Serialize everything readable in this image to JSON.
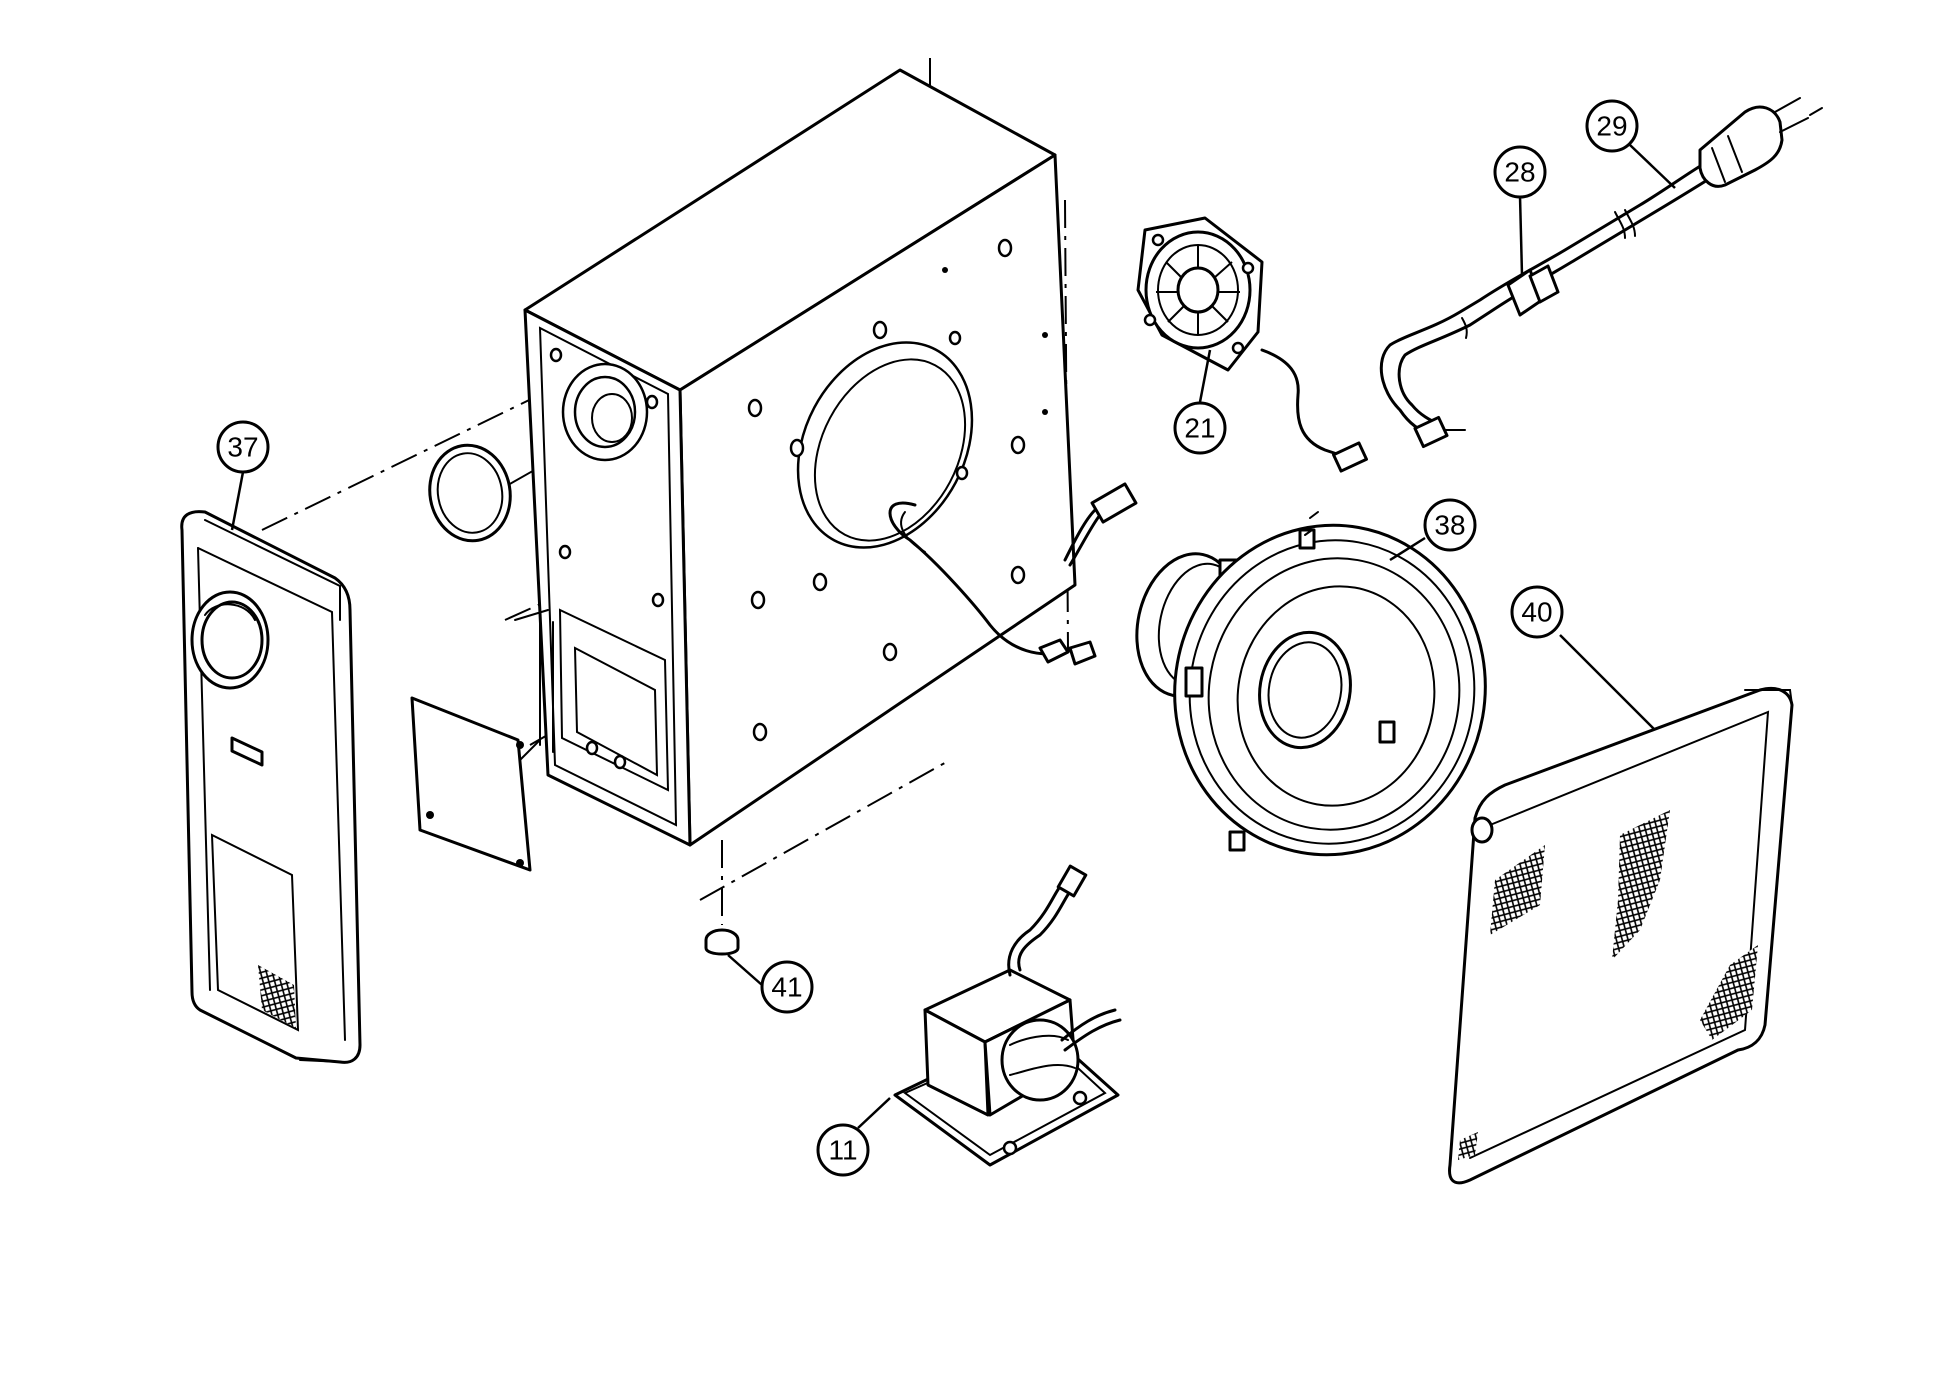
{
  "callouts": [
    {
      "id": "37",
      "label": "37"
    },
    {
      "id": "21",
      "label": "21"
    },
    {
      "id": "28",
      "label": "28"
    },
    {
      "id": "29",
      "label": "29"
    },
    {
      "id": "38",
      "label": "38"
    },
    {
      "id": "40",
      "label": "40"
    },
    {
      "id": "41",
      "label": "41"
    },
    {
      "id": "11",
      "label": "11"
    }
  ]
}
